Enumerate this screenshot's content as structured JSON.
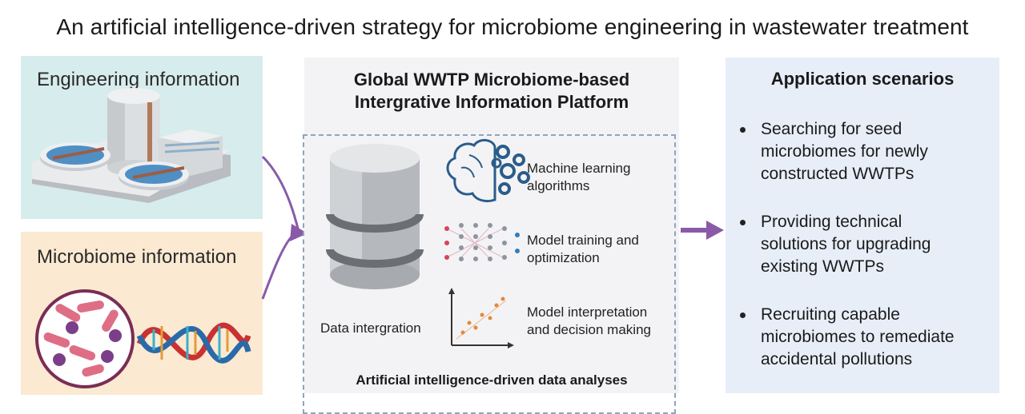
{
  "title": "An artificial intelligence-driven strategy for microbiome engineering in wastewater treatment",
  "left": {
    "engineering_label": "Engineering information",
    "microbiome_label": "Microbiome information"
  },
  "center": {
    "title_line1": "Global WWTP Microbiome-based",
    "title_line2": "Intergrative Information Platform",
    "data_label": "Data intergration",
    "ml_line1": "Machine learning",
    "ml_line2": "algorithms",
    "train_line1": "Model training and",
    "train_line2": "optimization",
    "interp_line1": "Model interpretation",
    "interp_line2": "and decision making",
    "footer": "Artificial intelligence-driven data analyses"
  },
  "apps": {
    "title": "Application scenarios",
    "items": [
      {
        "line1": "Searching for seed",
        "line2": "microbiomes for newly",
        "line3": "constructed WWTPs"
      },
      {
        "line1": "Providing technical",
        "line2": "solutions for upgrading",
        "line3": "existing WWTPs"
      },
      {
        "line1": "Recruiting capable",
        "line2": "microbiomes to remediate",
        "line3": "accidental pollutions"
      }
    ]
  },
  "colors": {
    "arrow": "#8a5aa8",
    "engineering_bg": "#d7ecec",
    "microbiome_bg": "#fbe9d2",
    "apps_bg": "#e7eef8"
  }
}
